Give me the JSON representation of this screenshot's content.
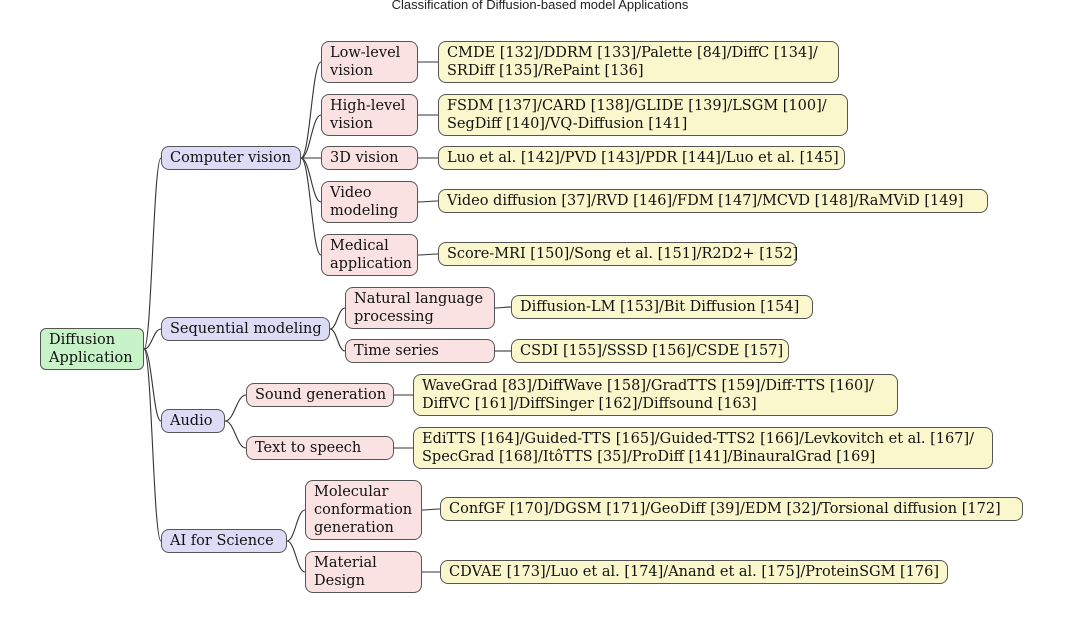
{
  "title": "Classification of Diffusion-based model Applications",
  "root": {
    "lines": [
      "Diffusion",
      "Application"
    ]
  },
  "categories": [
    {
      "label": "Computer vision"
    },
    {
      "label": "Sequential modeling"
    },
    {
      "label": "Audio"
    },
    {
      "label": "AI for Science"
    }
  ],
  "subcategories": [
    {
      "lines": [
        "Low-level",
        "vision"
      ]
    },
    {
      "lines": [
        "High-level",
        "vision"
      ]
    },
    {
      "lines": [
        "3D vision"
      ]
    },
    {
      "lines": [
        "Video",
        "modeling"
      ]
    },
    {
      "lines": [
        "Medical",
        "application"
      ]
    },
    {
      "lines": [
        "Natural language",
        "processing"
      ]
    },
    {
      "lines": [
        "Time series"
      ]
    },
    {
      "lines": [
        "Sound generation"
      ]
    },
    {
      "lines": [
        "Text to speech"
      ]
    },
    {
      "lines": [
        "Molecular",
        "conformation",
        "generation"
      ]
    },
    {
      "lines": [
        "Material",
        "Design"
      ]
    }
  ],
  "leaves": [
    {
      "lines": [
        "CMDE [132]/DDRM [133]/Palette [84]/DiffC [134]/",
        "SRDiff [135]/RePaint [136]"
      ]
    },
    {
      "lines": [
        "FSDM [137]/CARD [138]/GLIDE [139]/LSGM [100]/",
        "SegDiff [140]/VQ-Diffusion [141]"
      ]
    },
    {
      "lines": [
        "Luo et al. [142]/PVD [143]/PDR [144]/Luo et al. [145]"
      ]
    },
    {
      "lines": [
        "Video diffusion [37]/RVD [146]/FDM [147]/MCVD [148]/RaMViD [149]"
      ]
    },
    {
      "lines": [
        "Score-MRI [150]/Song et al. [151]/R2D2+ [152]"
      ]
    },
    {
      "lines": [
        "Diffusion-LM [153]/Bit Diffusion [154]"
      ]
    },
    {
      "lines": [
        "CSDI [155]/SSSD [156]/CSDE [157]"
      ]
    },
    {
      "lines": [
        "WaveGrad [83]/DiffWave [158]/GradTTS [159]/Diff-TTS [160]/",
        "DiffVC [161]/DiffSinger [162]/Diffsound [163]"
      ]
    },
    {
      "lines": [
        "EdiTTS [164]/Guided-TTS [165]/Guided-TTS2 [166]/Levkovitch et al. [167]/",
        "SpecGrad [168]/ItôTTS [35]/ProDiff [141]/BinauralGrad [169]"
      ]
    },
    {
      "lines": [
        "ConfGF [170]/DGSM [171]/GeoDiff [39]/EDM [32]/Torsional diffusion [172]"
      ]
    },
    {
      "lines": [
        "CDVAE [173]/Luo et al. [174]/Anand et al. [175]/ProteinSGM [176]"
      ]
    }
  ]
}
